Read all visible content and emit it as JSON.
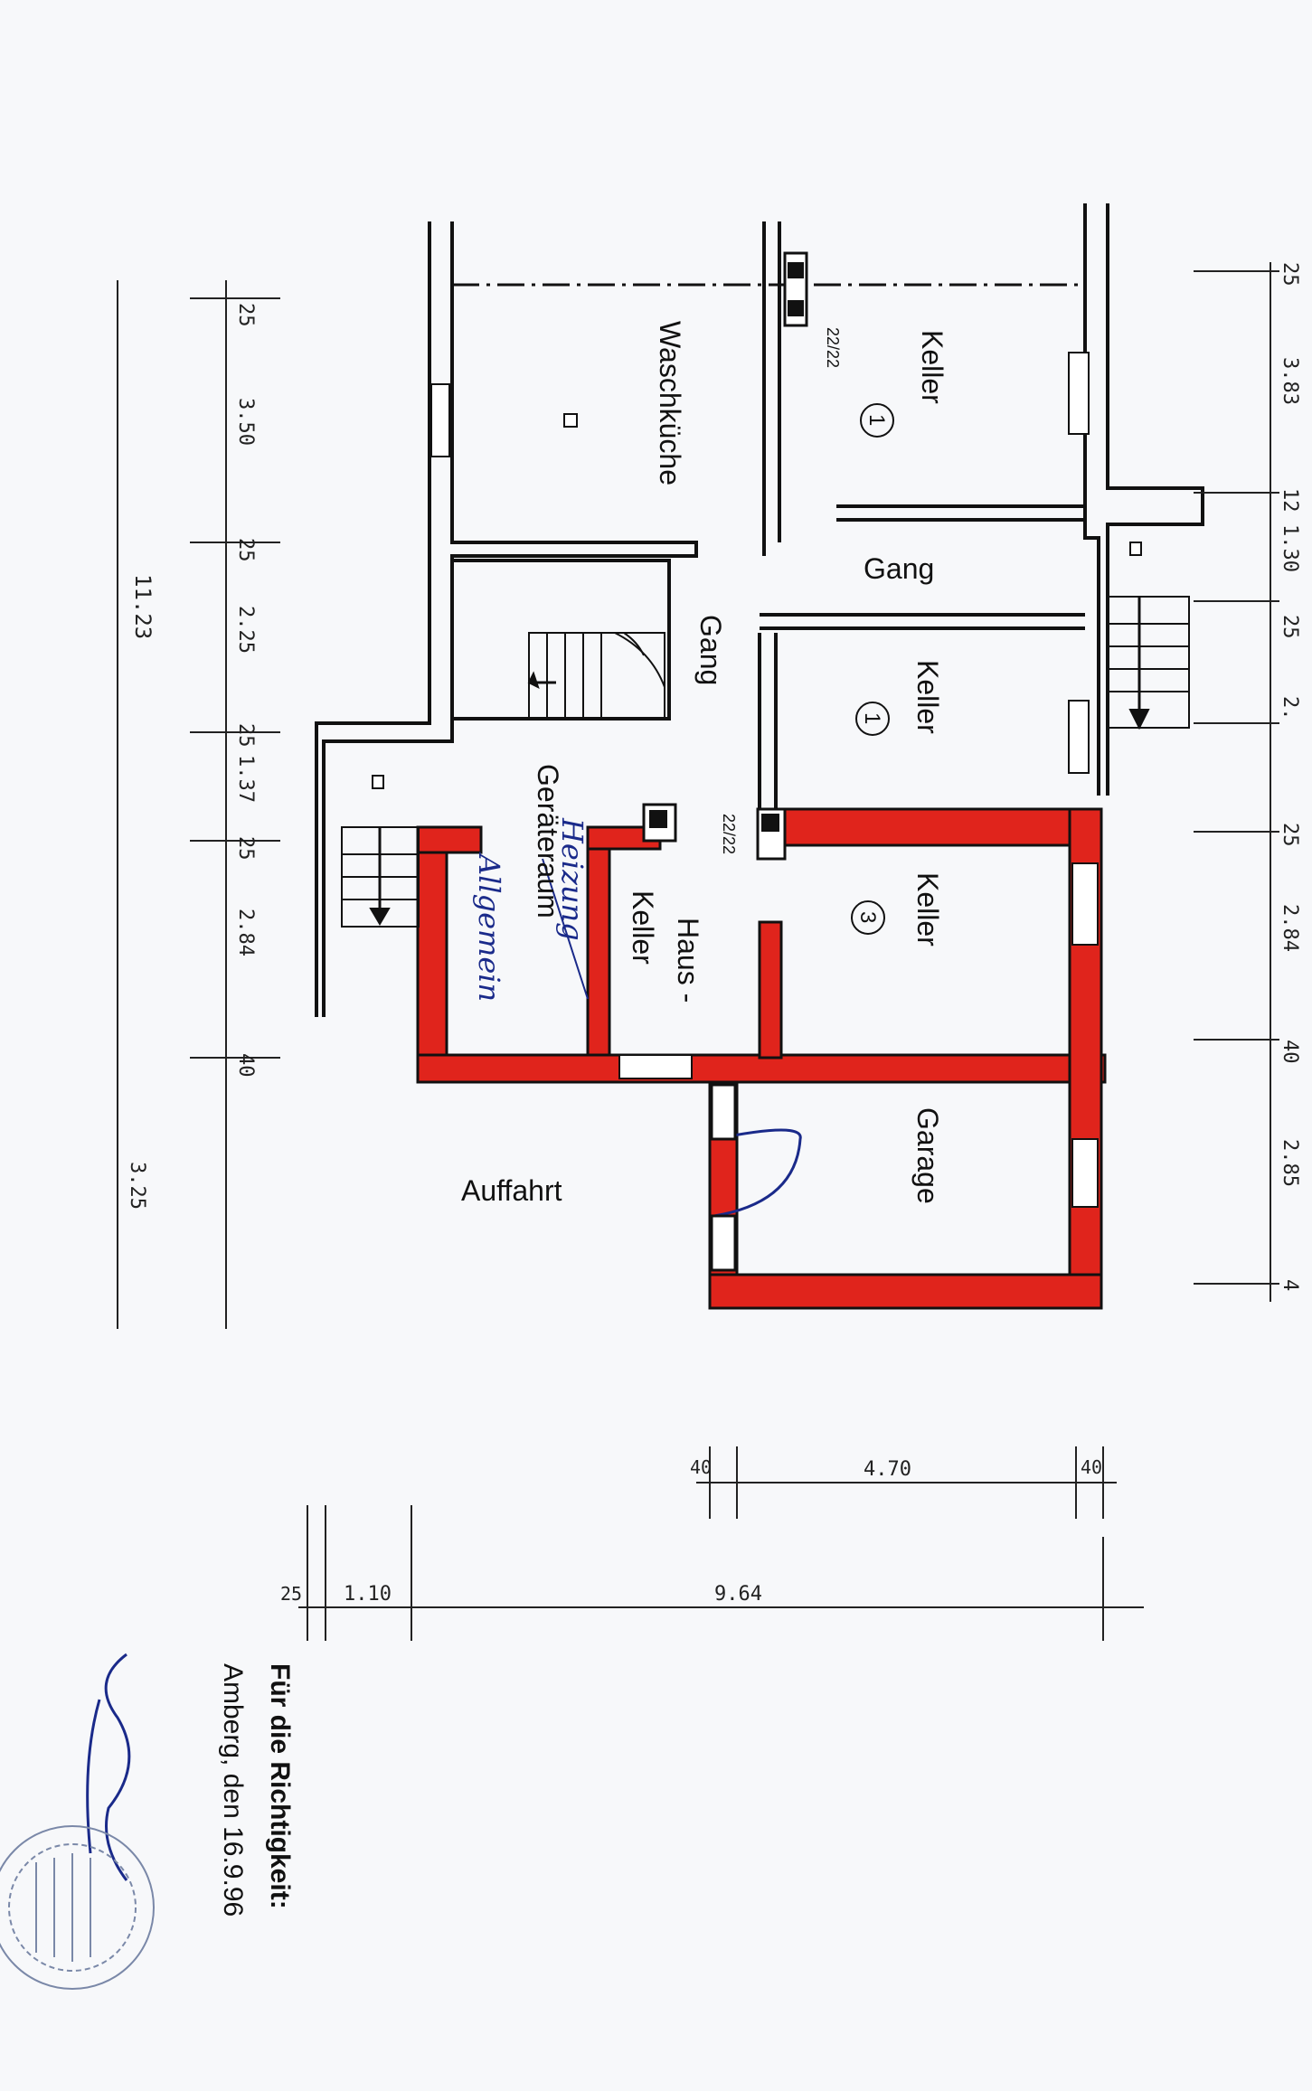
{
  "rooms": {
    "keller_top": "Keller",
    "keller_mid": "Keller",
    "keller_lower": "Keller",
    "waschkueche": "Waschküche",
    "gang_upper": "Gang",
    "gang_lower": "Gang",
    "haus_keller_1": "Haus -",
    "haus_keller_2": "Keller",
    "geraeteraum": "Geräteraum",
    "garage": "Garage",
    "auffahrt": "Auffahrt"
  },
  "room_numbers": {
    "top": "1",
    "mid": "1",
    "lower": "3"
  },
  "chimney_marks": {
    "upper": "22/22",
    "lower": "22/22"
  },
  "handwritten": {
    "heizung": "Heizung",
    "allgemein": "Allgemein"
  },
  "dims_right": [
    "25",
    "3.83",
    "12",
    "1.30",
    "25",
    "2.",
    "25",
    "2.84",
    "40",
    "2.85",
    "4"
  ],
  "dims_left": [
    "25",
    "3.50",
    "25",
    "2.25",
    "25",
    "1.37",
    "25",
    "2.84",
    "40",
    "3.25"
  ],
  "dim_total_left": "11.23",
  "dims_bottom_inner": [
    "40",
    "4.70",
    "40"
  ],
  "dims_bottom_outer": [
    "25",
    "1.10",
    "9.64"
  ],
  "certification": {
    "title": "Für die Richtigkeit:",
    "place_date": "Amberg, den 16.9.96"
  },
  "colors": {
    "highlight": "#e0241c",
    "wall": "#111111",
    "ink": "#1a2a8a"
  }
}
